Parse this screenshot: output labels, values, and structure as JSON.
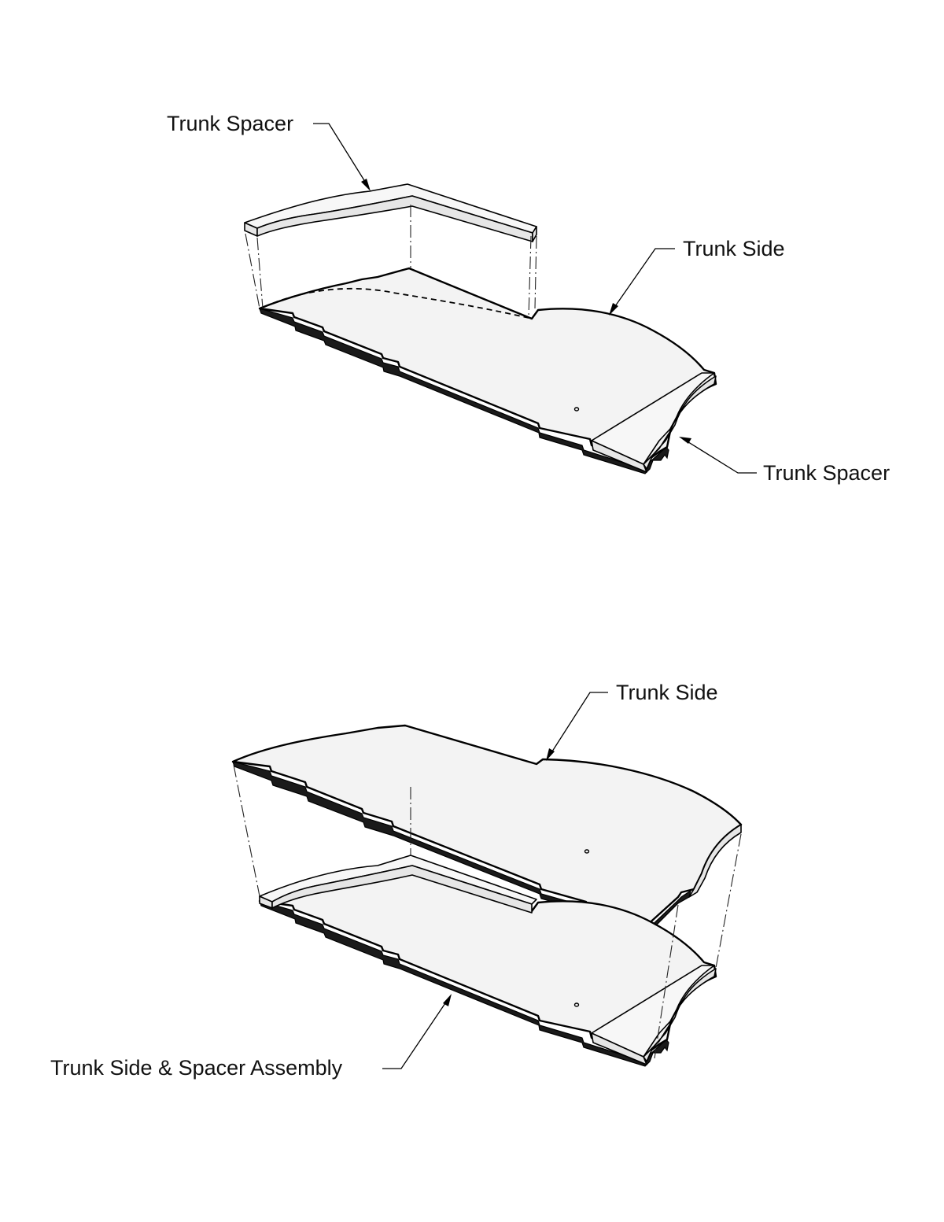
{
  "labels": {
    "top_spacer_label": "Trunk Spacer",
    "top_side_label": "Trunk Side",
    "top_lower_spacer_label": "Trunk Spacer",
    "bottom_side_label": "Trunk Side",
    "assembly_label": "Trunk Side & Spacer Assembly"
  }
}
